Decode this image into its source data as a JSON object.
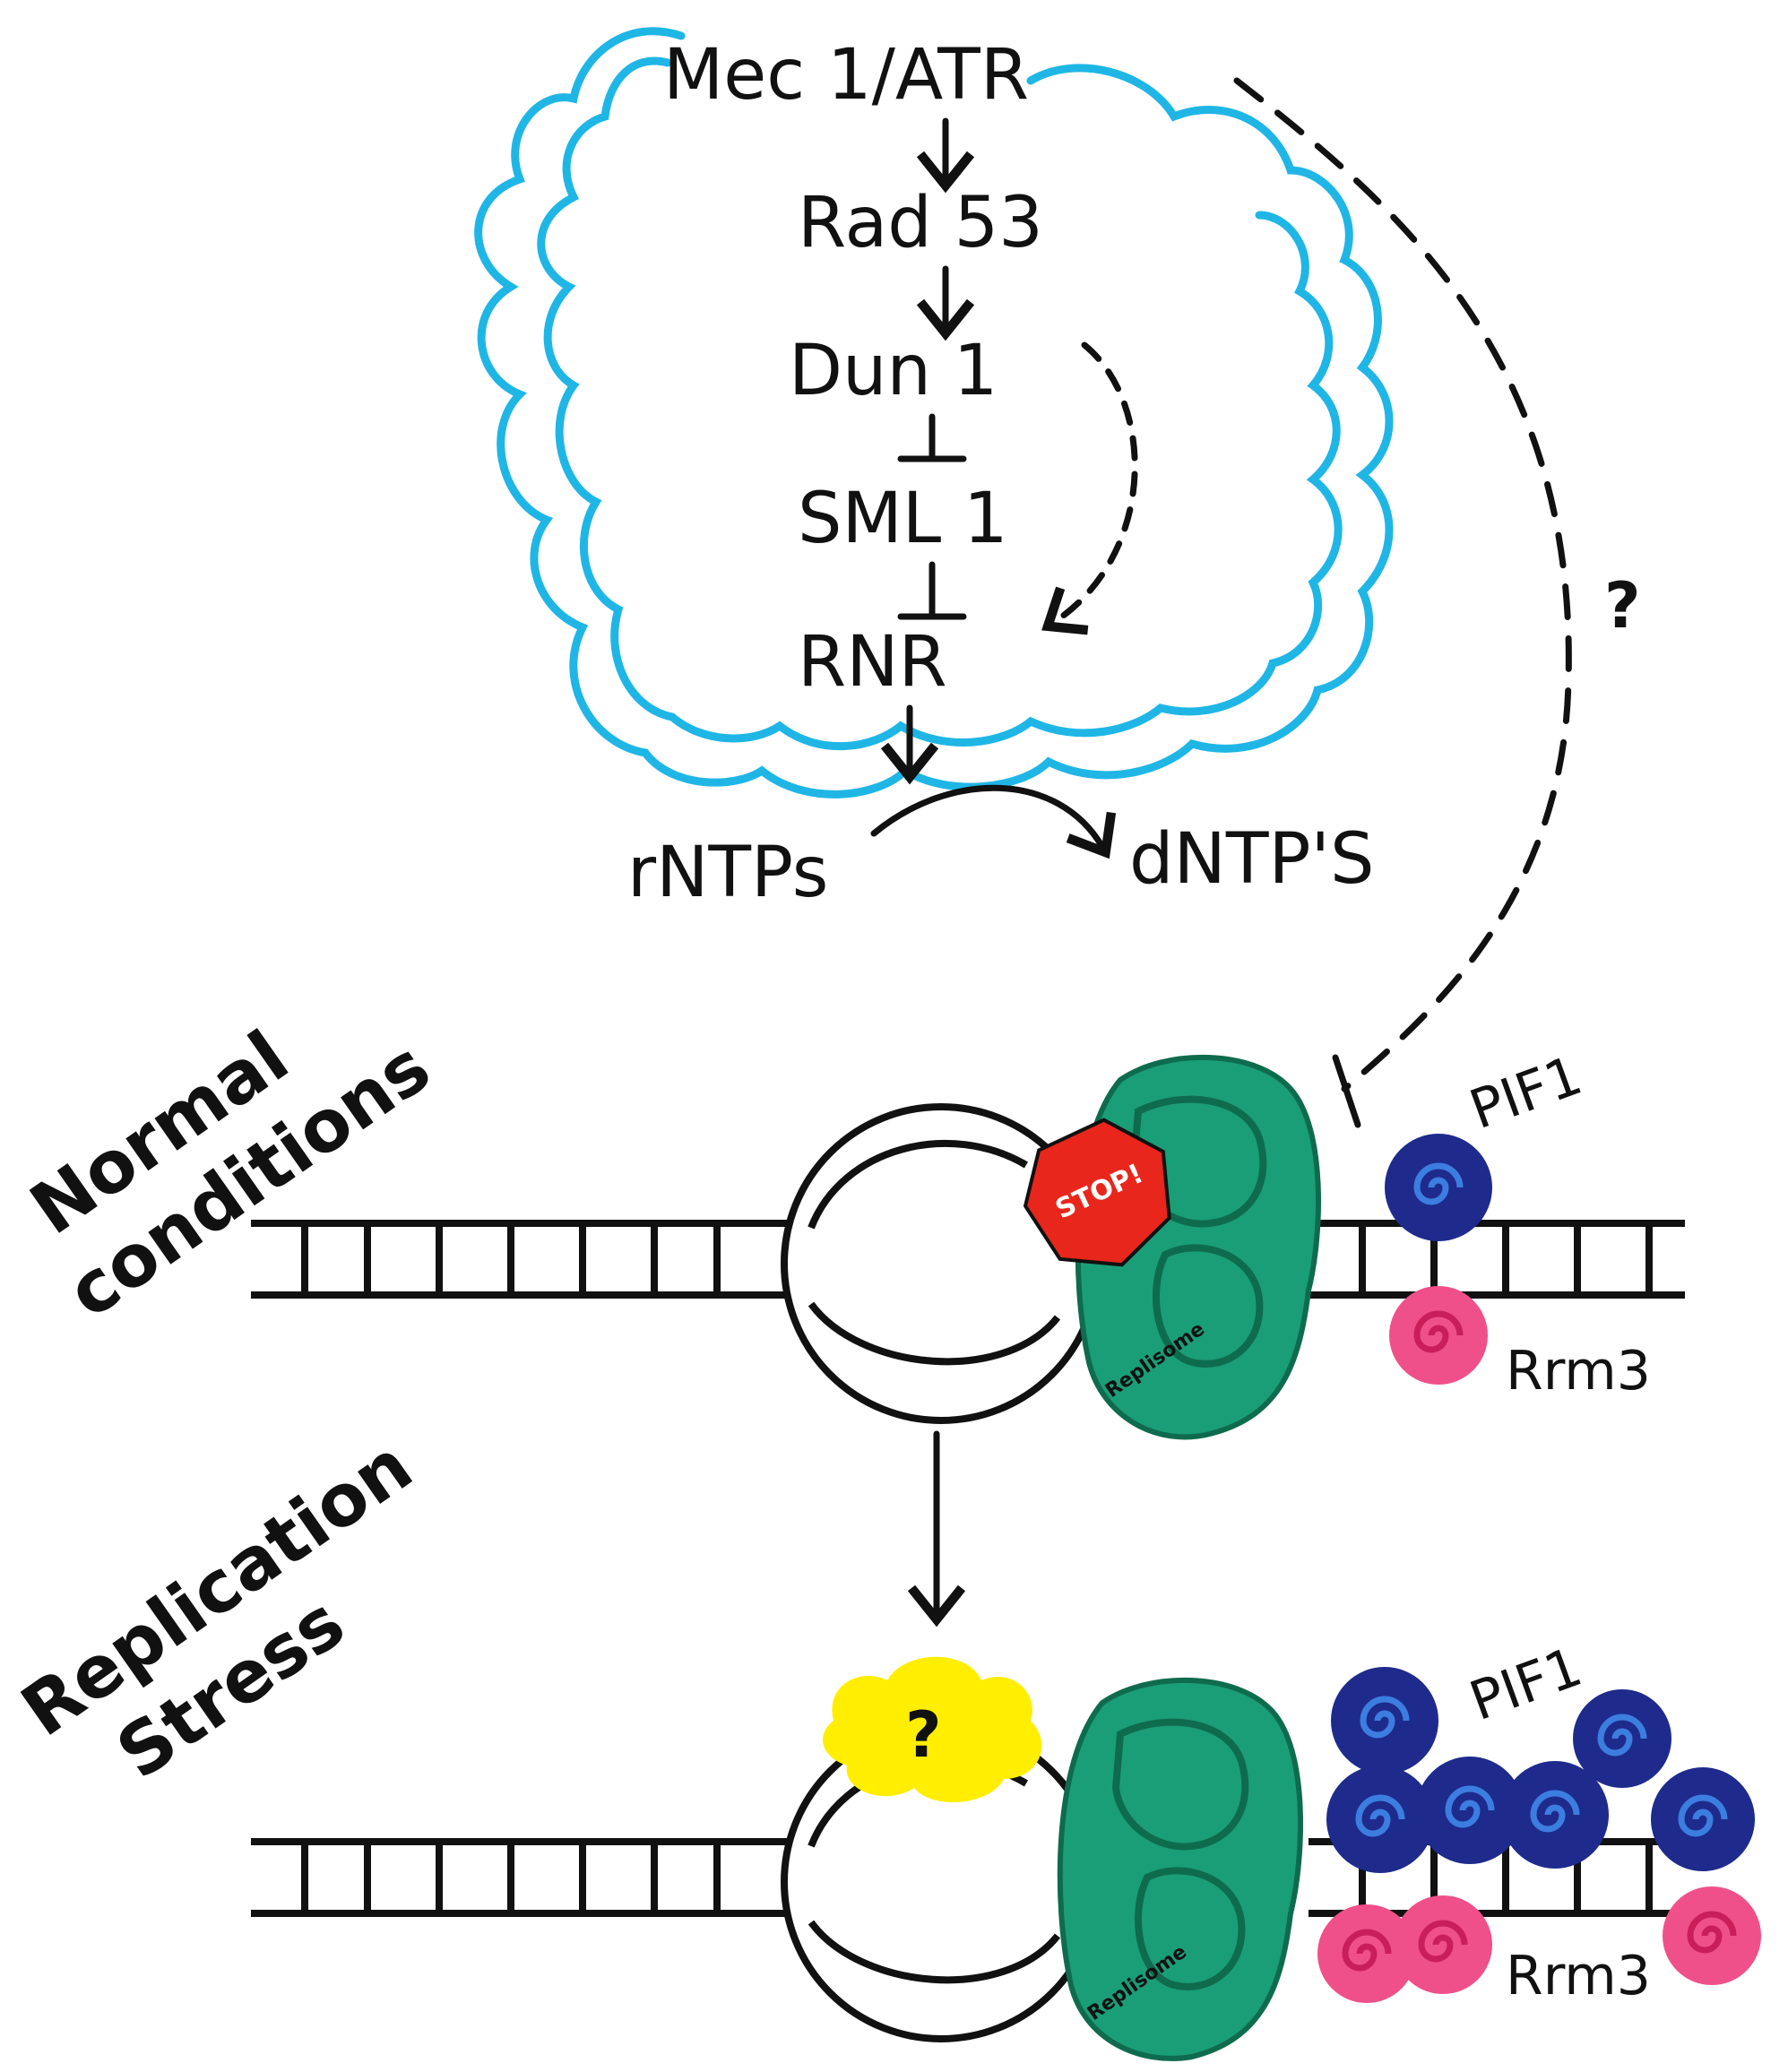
{
  "pathway": {
    "mec1": "Mec 1/ATR",
    "rad53": "Rad 53",
    "dun1": "Dun 1",
    "sml1": "SML 1",
    "rnr": "RNR",
    "rntps": "rNTPs",
    "dntps": "dNTP'S",
    "unknown_link": "?"
  },
  "conditions": {
    "normal_line1": "Normal",
    "normal_line2": "conditions",
    "stress_line1": "Replication",
    "stress_line2": "Stress"
  },
  "normal_fork": {
    "stop_sign": "STOP!",
    "replisome": "Replisome",
    "pif1": "PIF1",
    "rrm3": "Rrm3"
  },
  "stress_fork": {
    "unknown_factor": "?",
    "replisome": "Replisome",
    "pif1": "PIF1",
    "rrm3": "Rrm3"
  },
  "colors": {
    "cell_outline": "#1fb6e6",
    "replisome": "#1a9e77",
    "replisome_dark": "#0f6b4e",
    "pif1": "#1e2b8c",
    "pif1_spiral": "#3c7de0",
    "rrm3": "#f0508a",
    "rrm3_spiral": "#c81e5a",
    "stop": "#e8261c",
    "unknown_factor": "#ffee00"
  }
}
